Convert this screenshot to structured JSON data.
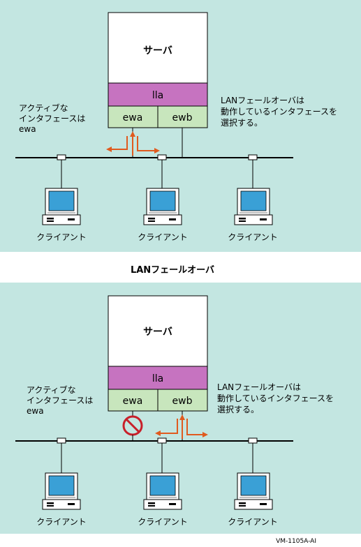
{
  "top": {
    "server": "サーバ",
    "lla": "lla",
    "ewa": "ewa",
    "ewb": "ewb",
    "active_label": [
      "アクティブな",
      "インタフェースは",
      "ewa"
    ],
    "failover_label": [
      "LANフェールオーバは",
      "動作しているインタフェースを",
      "選択する。"
    ],
    "clients": [
      "クライアント",
      "クライアント",
      "クライアント"
    ]
  },
  "caption": "LANフェールオーバ",
  "bottom": {
    "server": "サーバ",
    "lla": "lla",
    "ewa": "ewa",
    "ewb": "ewb",
    "active_label": [
      "アクティブな",
      "インタフェースは",
      "ewa"
    ],
    "failover_label": [
      "LANフェールオーバは",
      "動作しているインタフェースを",
      "選択する。"
    ],
    "clients": [
      "クライアント",
      "クライアント",
      "クライアント"
    ]
  },
  "figure_id": "VM-1105A-AI",
  "colors": {
    "panel_bg": "#c3e6e1",
    "server_bg": "#ffffff",
    "lla_bg": "#c673c0",
    "nic_bg": "#c8e6bd",
    "arrow": "#e05a1e",
    "prohibit": "#c8202a",
    "screen": "#3aa0d6"
  }
}
